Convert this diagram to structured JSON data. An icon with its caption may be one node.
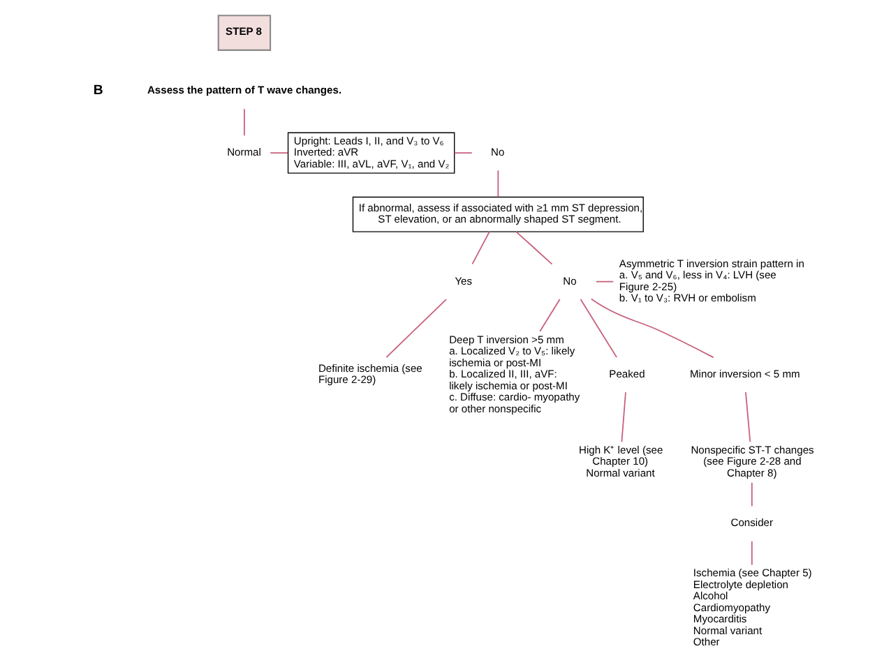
{
  "diagram": {
    "nodes": [
      {
        "text": [
          "STEP 8"
        ]
      },
      {
        "text": [
          "Assess the pattern of T wave changes."
        ]
      },
      {
        "text": [
          "Normal"
        ]
      },
      {
        "text": [
          "Upright: Leads I, II, and V₃ to V₆",
          "Inverted: aVR",
          "Variable: III, aVL, aVF, V₁, and V₂"
        ]
      },
      {
        "text": [
          "No"
        ]
      },
      {
        "text": [
          "If abnormal, assess if associated with ≥1 mm ST depression, ST elevation, or an abnormally shaped ST segment."
        ]
      },
      {
        "text": [
          "Yes"
        ]
      },
      {
        "text": [
          "No"
        ]
      },
      {
        "text": [
          "Definite ischemia (see Figure 2-29)"
        ]
      },
      {
        "text": [
          "Asymmetric T inversion strain pattern in",
          "a. V₅ and V₆, less in V₄: LVH (see Figure 2-25)",
          "b. V₁ to V₃: RVH or embolism"
        ]
      },
      {
        "text": [
          "Deep T inversion >5 mm",
          "a. Localized V₂ to V₅: likely ischemia or post-MI",
          "b. Localized II, III, aVF: likely ischemia or post-MI",
          "c. Diffuse: cardio- myopathy or other nonspecific"
        ]
      },
      {
        "text": [
          "Peaked"
        ]
      },
      {
        "text": [
          "High K⁺ level (see Chapter 10)",
          "Normal variant"
        ]
      },
      {
        "text": [
          "Minor inversion < 5 mm"
        ]
      },
      {
        "text": [
          "Nonspecific ST-T changes (see Figure 2-28 and Chapter 8)"
        ]
      },
      {
        "text": [
          "Consider"
        ]
      },
      {
        "text": [
          "Ischemia (see Chapter 5)",
          "Electrolyte depletion",
          "Alcohol",
          "Cardiomyopathy",
          "Myocarditis",
          "Normal variant",
          "Other"
        ]
      }
    ],
    "edges": [
      {
        "from": 1,
        "to": 2,
        "arrow": "none"
      },
      {
        "from": 2,
        "to": 3,
        "arrow": "none"
      },
      {
        "from": 3,
        "to": 4,
        "arrow": "none"
      },
      {
        "from": 4,
        "to": 5,
        "arrow": "none"
      },
      {
        "from": 5,
        "to": 6,
        "arrow": "none"
      },
      {
        "from": 5,
        "to": 7,
        "arrow": "none"
      },
      {
        "from": 6,
        "to": 8,
        "arrow": "none"
      },
      {
        "from": 7,
        "to": 9,
        "arrow": "none"
      },
      {
        "from": 7,
        "to": 10,
        "arrow": "none"
      },
      {
        "from": 7,
        "to": 11,
        "arrow": "none"
      },
      {
        "from": 7,
        "to": 13,
        "arrow": "none"
      },
      {
        "from": 11,
        "to": 12,
        "arrow": "none"
      },
      {
        "from": 13,
        "to": 14,
        "arrow": "none"
      },
      {
        "from": 14,
        "to": 15,
        "arrow": "none"
      },
      {
        "from": 15,
        "to": 16,
        "arrow": "none"
      }
    ],
    "labels": [
      "B"
    ]
  }
}
